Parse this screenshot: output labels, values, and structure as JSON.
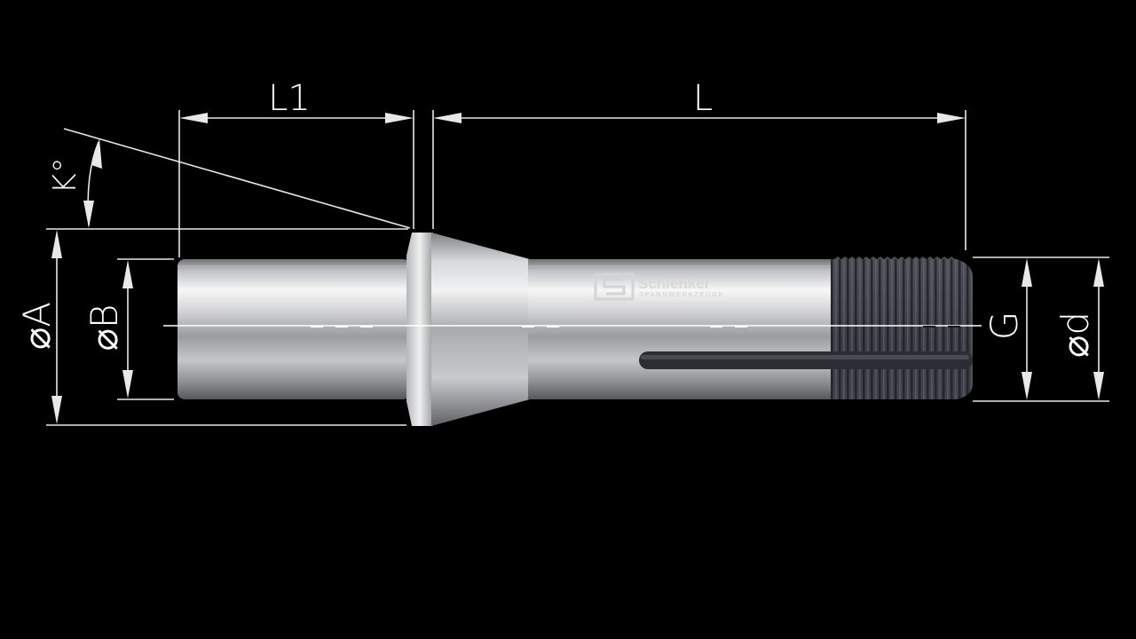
{
  "labels": {
    "L1": "L1",
    "L": "L",
    "K": "K°",
    "A": "⌀A",
    "B": "⌀B",
    "G": "G",
    "d": "⌀d"
  },
  "brand": {
    "name": "Schlenker",
    "tagline": "SPANNWERKZEUGE"
  },
  "colors": {
    "background": "#000000",
    "dimension_lines": "#e8e8e8",
    "steel_light": "#f4f4f4",
    "steel_dark": "#6d6f73",
    "thread": "#3a3c44"
  },
  "icons": [
    "schlenker-logo-icon"
  ]
}
